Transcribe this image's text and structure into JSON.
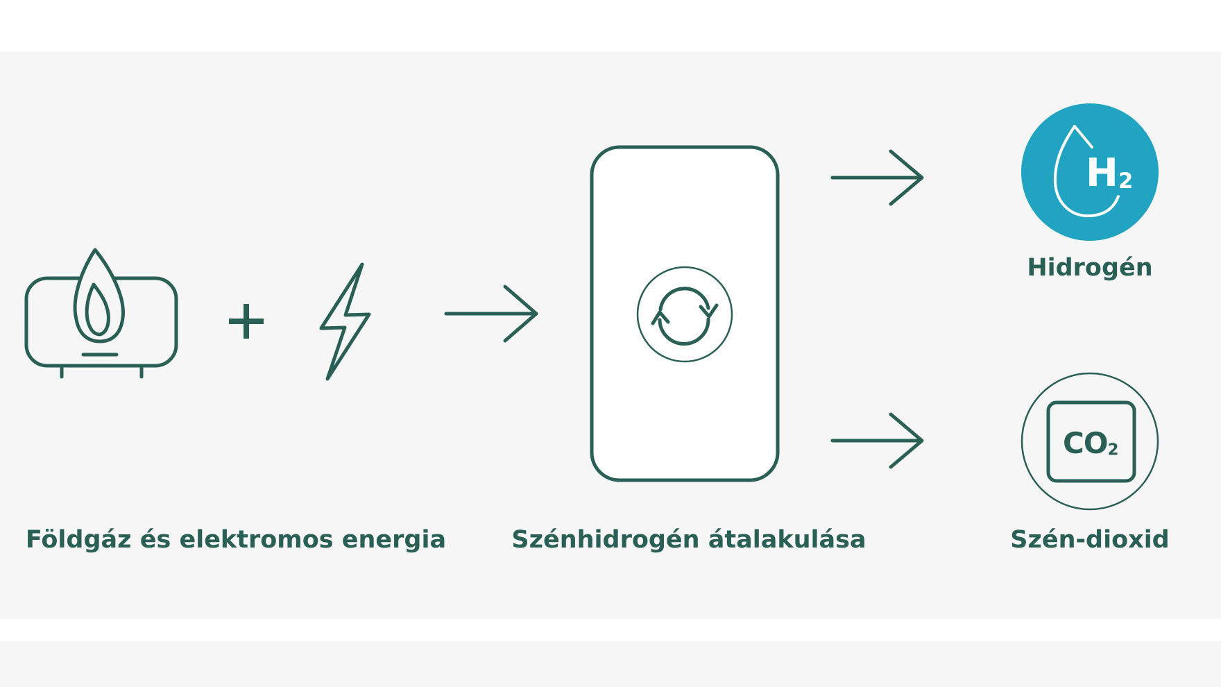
{
  "colors": {
    "stroke": "#2a5f56",
    "hydrogen_fill": "#20a4c2",
    "background_band": "#f6f6f6",
    "page": "#ffffff",
    "white": "#ffffff"
  },
  "icons": {
    "natural_gas": "gas-tank-flame-icon",
    "plus": "plus-icon",
    "electricity": "lightning-bolt-icon",
    "process": "recycle-arrows-icon",
    "hydrogen": "water-drop-h2-icon",
    "co2": "co2-box-icon"
  },
  "labels": {
    "input": "Földgáz és elektromos energia",
    "process": "Szénhidrogén átalakulása",
    "hydrogen": "Hidrogén",
    "co2": "Szén-dioxid"
  },
  "formulas": {
    "h2_main": "H",
    "h2_sub": "2",
    "co2_main": "CO",
    "co2_sub": "2"
  }
}
